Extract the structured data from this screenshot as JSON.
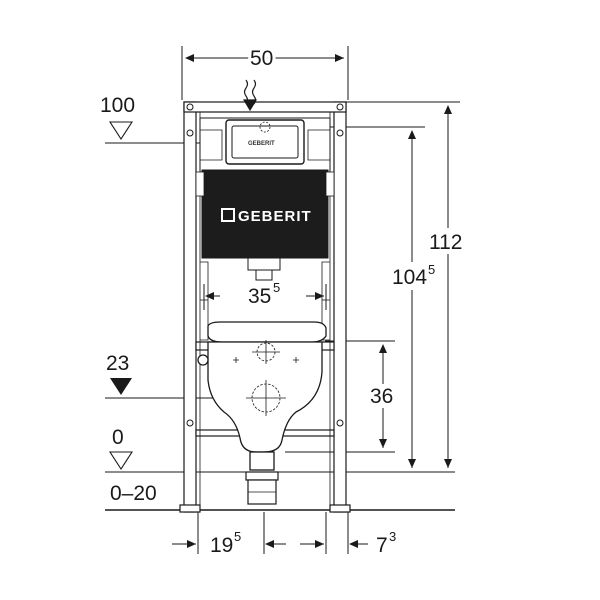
{
  "dimensions": {
    "width_top": "50",
    "height_total": "112",
    "height_frame_main": "104",
    "height_frame_sup": "5",
    "flush_spacing_main": "35",
    "flush_spacing_sup": "5",
    "bowl_height": "36",
    "bottom_left_main": "19",
    "bottom_left_sup": "5",
    "bottom_right_main": "7",
    "bottom_right_sup": "3"
  },
  "levels": {
    "top": "100",
    "seat": "23",
    "floor": "0",
    "floor_range": "0–20"
  },
  "brand": {
    "name": "GEBERIT",
    "plate": "GEBERIT"
  },
  "colors": {
    "line": "#1a1a1a",
    "cistern": "#1c1c1c",
    "fill_light": "#ffffff"
  }
}
